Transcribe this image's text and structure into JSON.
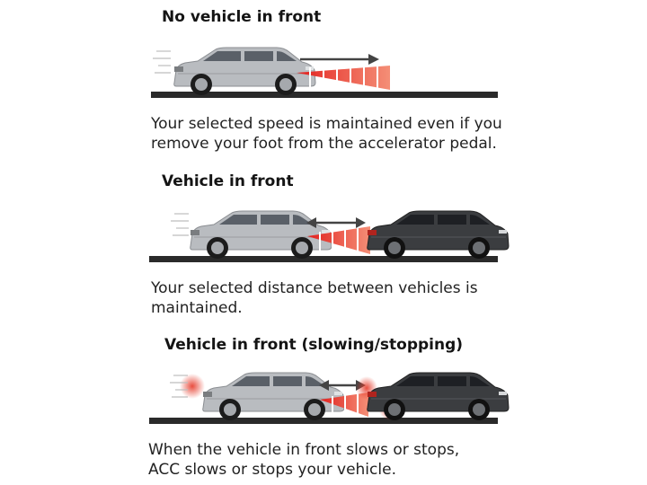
{
  "sections": [
    {
      "heading": "No vehicle in front",
      "lines": [
        "Your selected speed is maintained even if you",
        "remove your foot from the accelerator pedal."
      ]
    },
    {
      "heading": "Vehicle in front",
      "lines": [
        "Your selected distance between vehicles is",
        "maintained."
      ]
    },
    {
      "heading": "Vehicle in front (slowing/stopping)",
      "lines": [
        "When the vehicle in front slows or stops,",
        "ACC slows or stops your vehicle."
      ]
    }
  ],
  "colors": {
    "own_vehicle": "#b9bcc0",
    "lead_vehicle": "#3b3d40",
    "radar": "#e4201e",
    "road": "#2a2a2a",
    "brake_glow": "#e63a2a"
  },
  "icons": [
    "motion-lines-icon",
    "silver-suv-icon",
    "dark-suv-icon",
    "radar-beam-icon",
    "forward-arrow-icon",
    "double-arrow-icon",
    "brake-light-glow-icon"
  ]
}
